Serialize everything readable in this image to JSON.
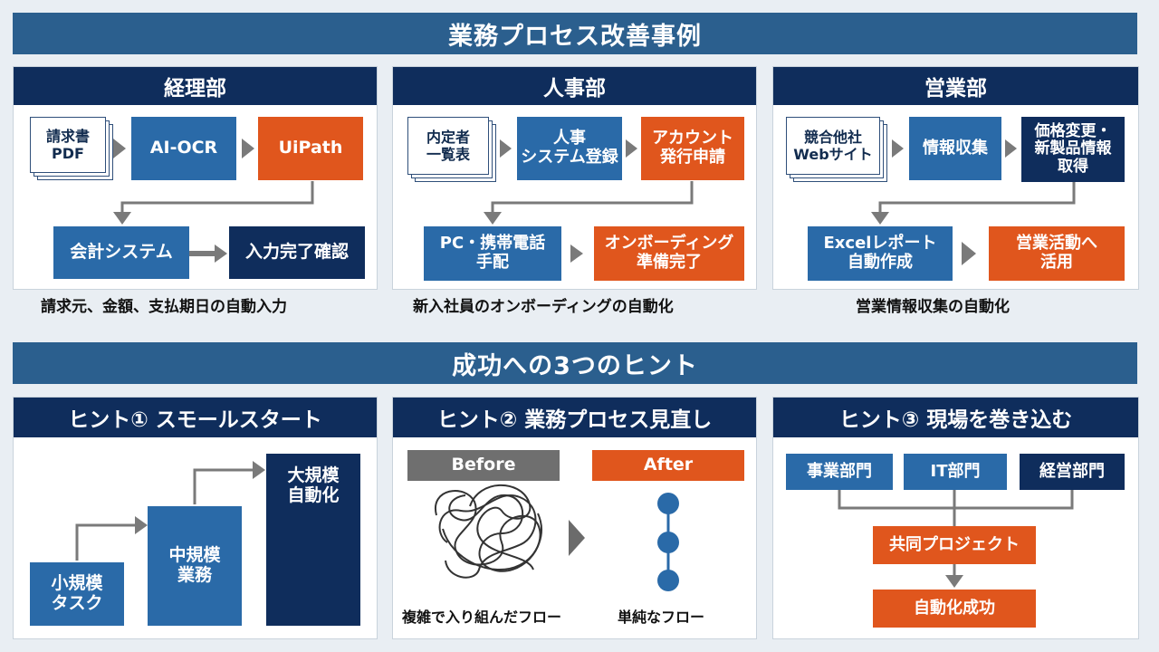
{
  "top_banner": "業務プロセス改善事例",
  "bottom_banner": "成功への3つのヒント",
  "accounting": {
    "title": "経理部",
    "doc": "請求書\nPDF",
    "ocr": "AI-OCR",
    "uipath": "UiPath",
    "system": "会計システム",
    "confirm": "入力完了確認",
    "caption": "請求元、金額、支払期日の自動入力"
  },
  "hr": {
    "title": "人事部",
    "doc": "内定者\n一覧表",
    "system": "人事\nシステム登録",
    "account": "アカウント\n発行申請",
    "device": "PC・携帯電話\n手配",
    "onboarding": "オンボーディング\n準備完了",
    "caption": "新入社員のオンボーディングの自動化"
  },
  "sales": {
    "title": "営業部",
    "doc": "競合他社\nWebサイト",
    "collect": "情報収集",
    "price": "価格変更・\n新製品情報\n取得",
    "excel": "Excelレポート\n自動作成",
    "use": "営業活動へ\n活用",
    "caption": "営業情報収集の自動化"
  },
  "hint1": {
    "title": "ヒント① スモールスタート",
    "small": "小規模\nタスク",
    "medium": "中規模\n業務",
    "large": "大規模\n自動化"
  },
  "hint2": {
    "title": "ヒント② 業務プロセス見直し",
    "before": "Before",
    "after": "After",
    "before_caption": "複雑で入り組んだフロー",
    "after_caption": "単純なフロー"
  },
  "hint3": {
    "title": "ヒント③ 現場を巻き込む",
    "business": "事業部門",
    "it": "IT部門",
    "management": "経営部門",
    "joint": "共同プロジェクト",
    "success": "自動化成功"
  },
  "colors": {
    "banner": "#2b5f8e",
    "navy": "#0f2d5c",
    "blue": "#2a6aa8",
    "orange": "#e0561d",
    "arrow": "#6b6b6b"
  }
}
